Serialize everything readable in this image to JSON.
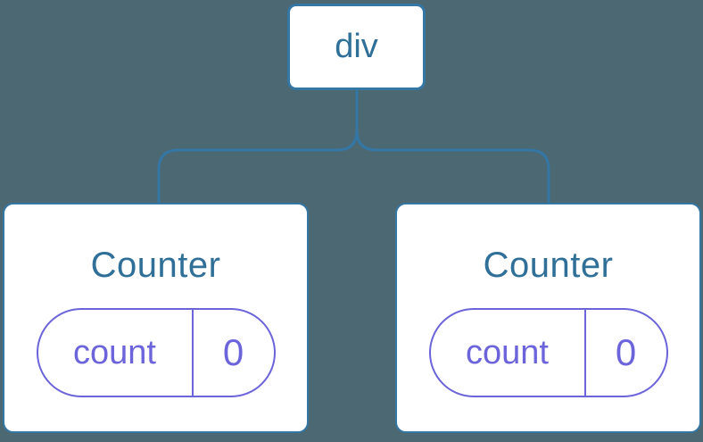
{
  "diagram": {
    "root": {
      "label": "div"
    },
    "children": [
      {
        "title": "Counter",
        "state": {
          "key": "count",
          "value": "0"
        }
      },
      {
        "title": "Counter",
        "state": {
          "key": "count",
          "value": "0"
        }
      }
    ],
    "colors": {
      "background": "#4c6873",
      "line_blue": "#3476a4",
      "label_blue": "#2f6f98",
      "state_purple": "#6b64da",
      "node_fill": "#ffffff"
    }
  }
}
